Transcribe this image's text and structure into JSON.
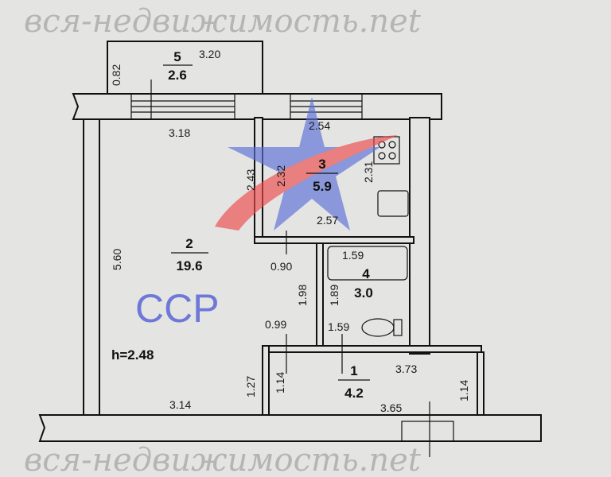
{
  "watermark": "вся-недвижимость.net",
  "logo_text": "ССР",
  "ceiling_height": "h=2.48",
  "rooms": [
    {
      "number": "1",
      "area": "4.2"
    },
    {
      "number": "2",
      "area": "19.6"
    },
    {
      "number": "3",
      "area": "5.9"
    },
    {
      "number": "4",
      "area": "3.0"
    },
    {
      "number": "5",
      "area": "2.6"
    }
  ],
  "dimensions": {
    "balcony_depth": "0.82",
    "balcony_width": "3.20",
    "room2_top": "3.18",
    "room2_height": "5.60",
    "room2_bottom": "3.14",
    "kitchen_top": "2.54",
    "kitchen_left_outer": "2.43",
    "kitchen_left_inner": "2.32",
    "kitchen_right": "2.31",
    "kitchen_bottom": "2.57",
    "door_width": "0.90",
    "corridor_height": "1.98",
    "corridor_width": "0.99",
    "bath_top": "1.59",
    "bath_left": "1.89",
    "bath_bottom": "1.59",
    "hall_left_outer": "1.27",
    "hall_left_inner": "1.14",
    "hall_right": "1.14",
    "hall_top": "3.73",
    "hall_bottom": "3.65"
  }
}
